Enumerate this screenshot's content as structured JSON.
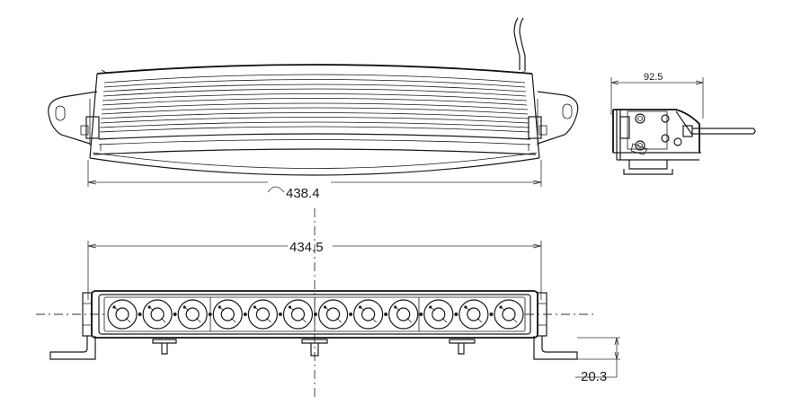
{
  "dimensions": {
    "arc_length": "438.4",
    "total_length": "434.5",
    "depth": "92.5",
    "bracket_offset": "20.3"
  },
  "led_count": 12,
  "colors": {
    "line": "#1a1a1a",
    "background": "#ffffff"
  }
}
